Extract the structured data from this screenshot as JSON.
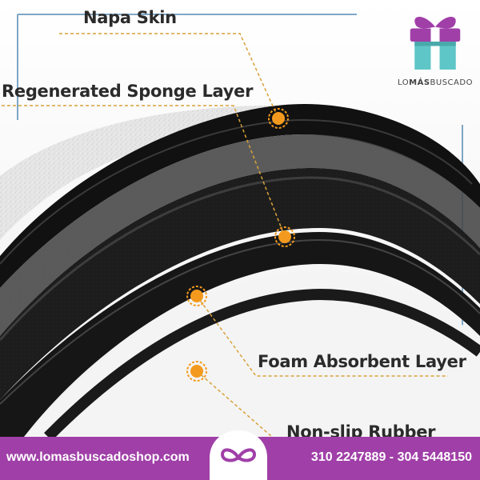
{
  "labels": {
    "napa": "Napa Skin",
    "sponge": "Regenerated Sponge Layer",
    "foam": "Foam Absorbent Layer",
    "rubber": "Non-slip Rubber"
  },
  "brand": {
    "name_part1": "LO",
    "name_part2": "MÁS",
    "name_part3": "BUSCADO",
    "accent_color": "#a03fa8",
    "teal_color": "#5fc6c8",
    "marker_color": "#f39a1e"
  },
  "footer": {
    "website": "www.lomasbuscadoshop.com",
    "phones": "310 2247889 - 304 5448150"
  },
  "icons": {
    "gift": "gift-icon",
    "bow": "bow-icon"
  }
}
